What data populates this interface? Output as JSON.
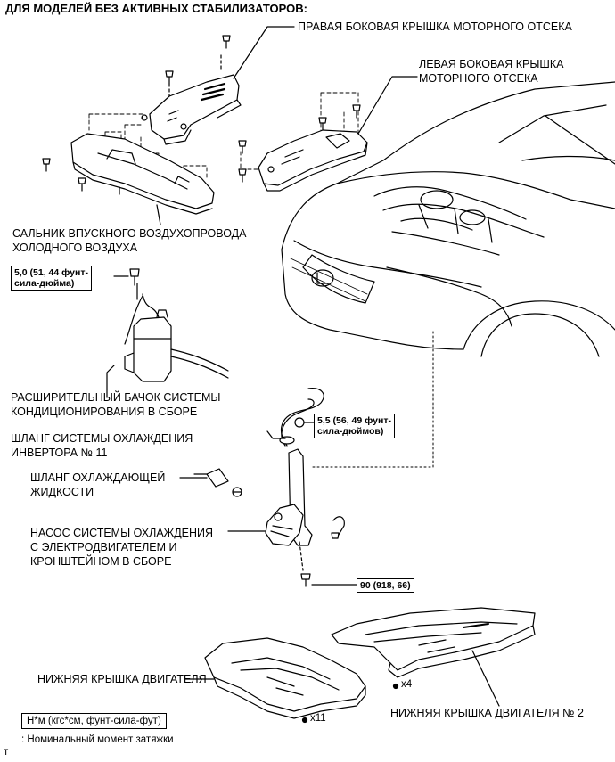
{
  "header": "ДЛЯ МОДЕЛЕЙ БЕЗ АКТИВНЫХ СТАБИЛИЗАТОРОВ:",
  "labels": {
    "right_cover": "ПРАВАЯ БОКОВАЯ КРЫШКА МОТОРНОГО ОТСЕКА",
    "left_cover_1": "ЛЕВАЯ БОКОВАЯ КРЫШКА",
    "left_cover_2": "МОТОРНОГО ОТСЕКА",
    "seal_1": "САЛЬНИК ВПУСКНОГО ВОЗДУХОПРОВОДА",
    "seal_2": "ХОЛОДНОГО ВОЗДУХА",
    "tank_1": "РАСШИРИТЕЛЬНЫЙ БАЧОК СИСТЕМЫ",
    "tank_2": "КОНДИЦИОНИРОВАНИЯ В СБОРЕ",
    "inverter_hose_1": "ШЛАНГ СИСТЕМЫ ОХЛАЖДЕНИЯ",
    "inverter_hose_2": "ИНВЕРТОРА № 11",
    "coolant_hose_1": "ШЛАНГ ОХЛАЖДАЮЩЕЙ",
    "coolant_hose_2": "ЖИДКОСТИ",
    "pump_1": "НАСОС СИСТЕМЫ ОХЛАЖДЕНИЯ",
    "pump_2": "С ЭЛЕКТРОДВИГАТЕЛЕМ И",
    "pump_3": "КРОНШТЕЙНОМ В СБОРЕ",
    "engine_under_cover": "НИЖНЯЯ КРЫШКА ДВИГАТЕЛЯ",
    "engine_under_cover_2": "НИЖНЯЯ КРЫШКА ДВИГАТЕЛЯ № 2"
  },
  "torques": {
    "t1_line1": "5,0 (51, 44 фунт-",
    "t1_line2": "сила-дюйма)",
    "t2_line1": "5,5 (56, 49 фунт-",
    "t2_line2": "сила-дюймов)",
    "t3": "90 (918, 66)"
  },
  "counts": {
    "x4": "x4",
    "x11": "x11"
  },
  "legend": {
    "unit": "Н*м (кгс*см, фунт-сила-фут)",
    "meaning": ": Номинальный момент затяжки"
  },
  "footer_mark": "т"
}
